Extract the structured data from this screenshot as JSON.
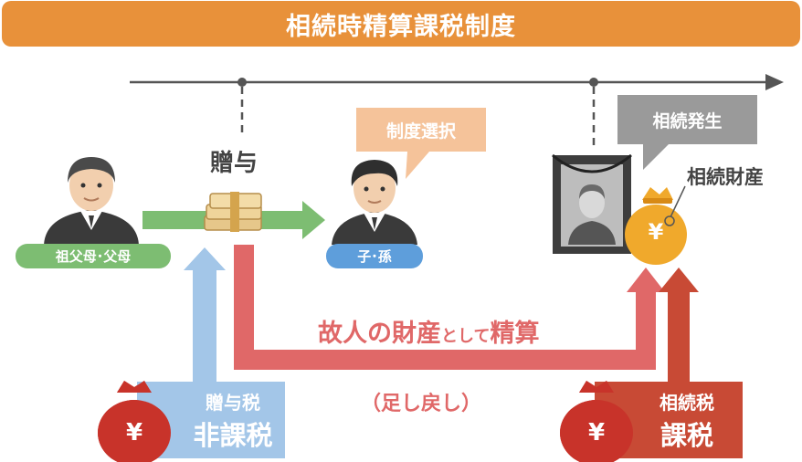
{
  "title": "相続時精算課税制度",
  "gift_label": "贈与",
  "grandparent_label": "祖父母･父母",
  "child_label": "子･孫",
  "choice_bubble": "制度選択",
  "inheritance_bubble": "相続発生",
  "inheritance_assets": "相続財産",
  "settle_text": {
    "part1": "故人の財産",
    "part2": "として",
    "part3": "精算"
  },
  "addback_text": "（足し戻し）",
  "gift_tax_box": {
    "line1": "贈与税",
    "line2": "非課税"
  },
  "inheritance_tax_box": {
    "line1": "相続税",
    "line2": "課税"
  },
  "yen_symbol": "¥",
  "colors": {
    "title_orange": "#e8913a",
    "green_arrow": "#7dbd72",
    "blue_arrow": "#a3c6e8",
    "red_arrow": "#e06868",
    "dark_red": "#c84a35",
    "pill_green": "#7dbd72",
    "pill_blue": "#5e9edb",
    "bubble_peach": "#f5c39a",
    "bubble_gray": "#9a9a9a",
    "gold": "#f0a92c"
  },
  "icons": [
    "elder-person-icon",
    "young-person-icon",
    "money-bundle-icon",
    "memorial-portrait-icon",
    "money-bag-icon"
  ]
}
